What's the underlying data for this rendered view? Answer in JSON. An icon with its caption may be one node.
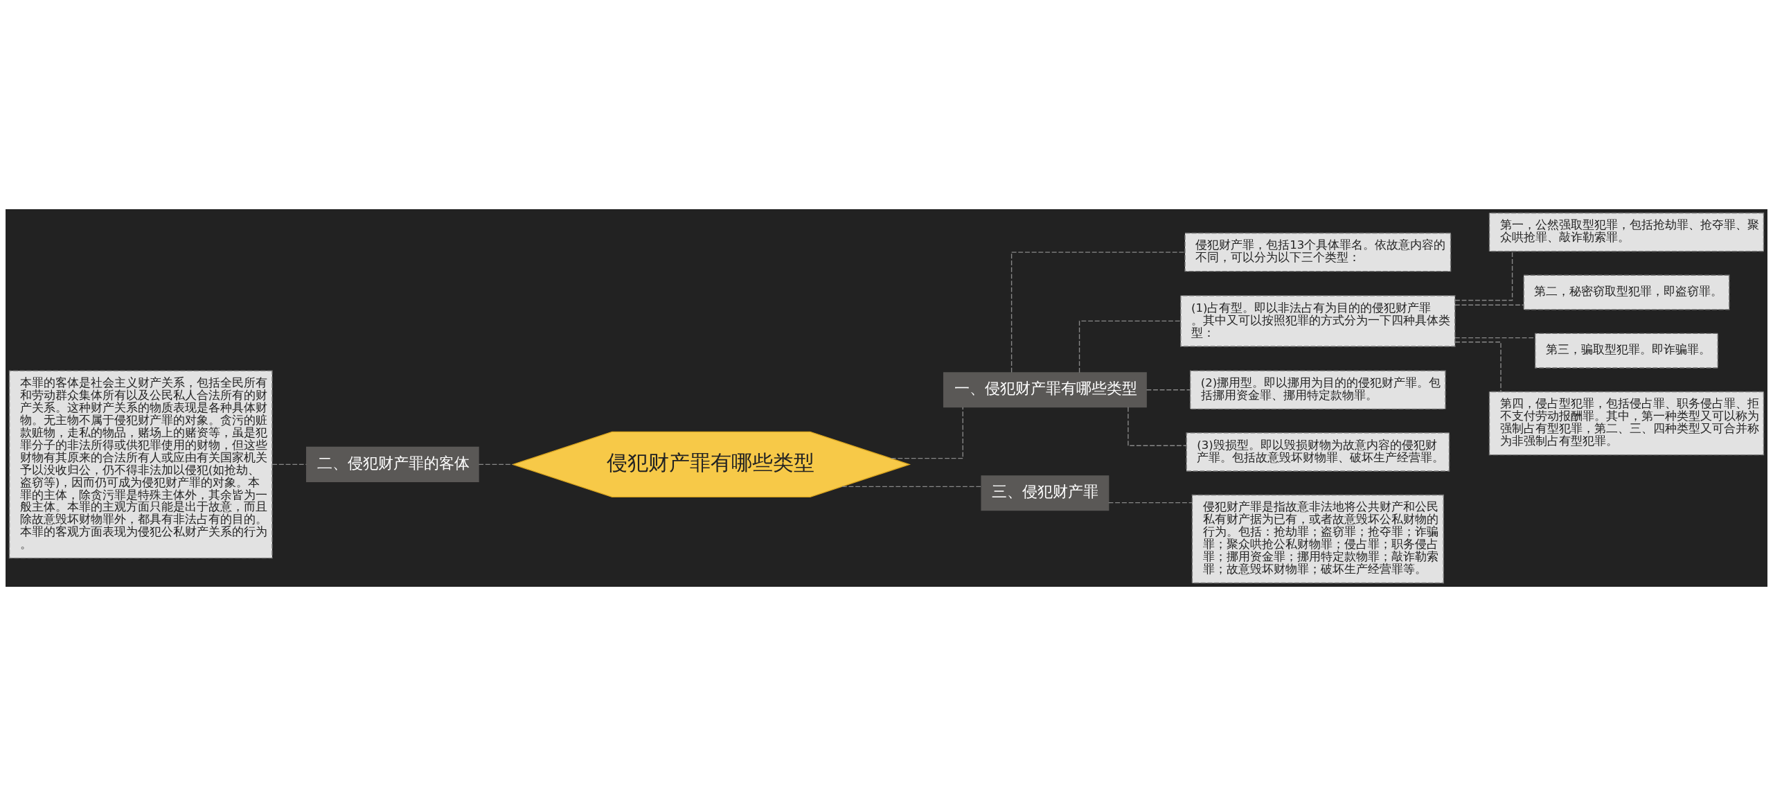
{
  "diagram": {
    "nodes": [
      {
        "text": [
          "侵犯财产罪有哪些类型"
        ]
      },
      {
        "text": [
          "一、侵犯财产罪有哪些类型"
        ]
      },
      {
        "text": [
          "侵犯财产罪，包括13个具体罪名。依故意内容的不同，可以分为以下三个类型："
        ]
      },
      {
        "text": [
          "(1)占有型。即以非法占有为目的的侵犯财产罪。其中又可以按照犯罪的方式分为一下四种具体类型："
        ]
      },
      {
        "text": [
          "第一，公然强取型犯罪，包括抢劫罪、抢夺罪、聚众哄抢罪、敲诈勒索罪。"
        ]
      },
      {
        "text": [
          "第二，秘密窃取型犯罪，即盗窃罪。"
        ]
      },
      {
        "text": [
          "第三，骗取型犯罪。即诈骗罪。"
        ]
      },
      {
        "text": [
          "第四，侵占型犯罪，包括侵占罪、职务侵占罪、拒不支付劳动报酬罪。其中，第一种类型又可以称为强制占有型犯罪，第二、三、四种类型又可合并称为非强制占有型犯罪。"
        ]
      },
      {
        "text": [
          "(2)挪用型。即以挪用为目的的侵犯财产罪。包括挪用资金罪、挪用特定款物罪。"
        ]
      },
      {
        "text": [
          "(3)毁损型。即以毁损财物为故意内容的侵犯财产罪。包括故意毁坏财物罪、破坏生产经营罪。"
        ]
      },
      {
        "text": [
          "二、侵犯财产罪的客体"
        ]
      },
      {
        "text": [
          "本罪的客体是社会主义财产关系，包括全民所有和劳动群众集体所有以及公民私人合法所有的财产关系。这种财产关系的物质表现是各种具体财物。无主物不属于侵犯财产罪的对象。贪污的赃款赃物，走私的物品，赌场上的赌资等，虽是犯罪分子的非法所得或供犯罪使用的财物，但这些财物有其原来的合法所有人或应由有关国家机关予以没收归公，仍不得非法加以侵犯(如抢劫、盗窃等)，因而仍可成为侵犯财产罪的对象。本罪的主体，除贪污罪是特殊主体外，其余皆为一般主体。本罪的主观方面只能是出于故意，而且除故意毁坏财物罪外，都具有非法占有的目的。本罪的客观方面表现为侵犯公私财产关系的行为。"
        ]
      },
      {
        "text": [
          "三、侵犯财产罪"
        ]
      },
      {
        "text": [
          "侵犯财产罪是指故意非法地将公共财产和公民私有财产据为已有，或者故意毁坏公私财物的行为。包括：抢劫罪；盗窃罪；抢夺罪；诈骗罪；聚众哄抢公私财物罪；侵占罪；职务侵占罪；挪用资金罪；挪用特定款物罪；敲诈勒索罪；故意毁坏财物罪；破坏生产经营罪等。"
        ]
      }
    ],
    "edges": [
      {
        "from": 0,
        "to": 1,
        "arrow": "none",
        "style": "dashed"
      },
      {
        "from": 1,
        "to": 2,
        "arrow": "none",
        "style": "dashed"
      },
      {
        "from": 1,
        "to": 3,
        "arrow": "none",
        "style": "dashed"
      },
      {
        "from": 3,
        "to": 4,
        "arrow": "none",
        "style": "dashed"
      },
      {
        "from": 3,
        "to": 5,
        "arrow": "none",
        "style": "dashed"
      },
      {
        "from": 3,
        "to": 6,
        "arrow": "none",
        "style": "dashed"
      },
      {
        "from": 3,
        "to": 7,
        "arrow": "none",
        "style": "dashed"
      },
      {
        "from": 1,
        "to": 8,
        "arrow": "none",
        "style": "dashed"
      },
      {
        "from": 1,
        "to": 9,
        "arrow": "none",
        "style": "dashed"
      },
      {
        "from": 0,
        "to": 10,
        "arrow": "none",
        "style": "dashed"
      },
      {
        "from": 10,
        "to": 11,
        "arrow": "none",
        "style": "dashed"
      },
      {
        "from": 0,
        "to": 12,
        "arrow": "none",
        "style": "dashed"
      },
      {
        "from": 12,
        "to": 13,
        "arrow": "none",
        "style": "dashed"
      }
    ]
  }
}
